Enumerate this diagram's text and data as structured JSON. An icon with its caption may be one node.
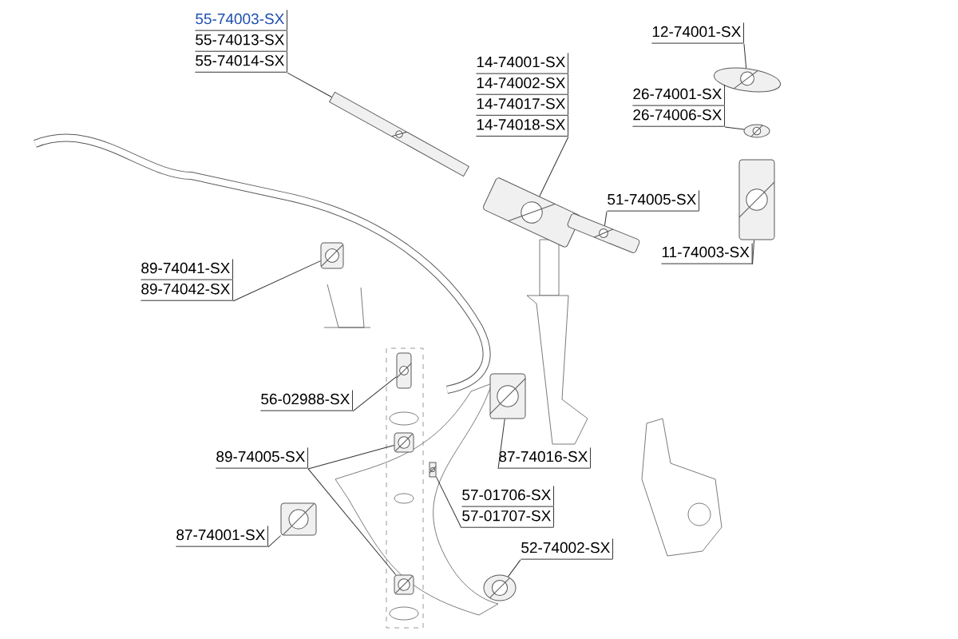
{
  "diagram": {
    "nodes": [
      {
        "text": [
          "55-74003-SX",
          "55-74013-SX",
          "55-74014-SX"
        ]
      },
      {
        "text": [],
        "shape": "picture"
      },
      {
        "text": [
          "14-74001-SX",
          "14-74002-SX",
          "14-74017-SX",
          "14-74018-SX"
        ]
      },
      {
        "text": [],
        "shape": "picture"
      },
      {
        "text": [
          "12-74001-SX"
        ]
      },
      {
        "text": [],
        "shape": "picture"
      },
      {
        "text": [
          "26-74001-SX",
          "26-74006-SX"
        ]
      },
      {
        "text": [],
        "shape": "picture"
      },
      {
        "text": [
          "51-74005-SX"
        ]
      },
      {
        "text": [],
        "shape": "picture"
      },
      {
        "text": [
          "11-74003-SX"
        ]
      },
      {
        "text": [],
        "shape": "picture"
      },
      {
        "text": [
          "89-74041-SX",
          "89-74042-SX"
        ]
      },
      {
        "text": [],
        "shape": "picture"
      },
      {
        "text": [
          "56-02988-SX"
        ]
      },
      {
        "text": [],
        "shape": "picture"
      },
      {
        "text": [
          "89-74005-SX"
        ]
      },
      {
        "text": [],
        "shape": "picture"
      },
      {
        "text": [],
        "shape": "picture"
      },
      {
        "text": [
          "87-74016-SX"
        ]
      },
      {
        "text": [],
        "shape": "picture"
      },
      {
        "text": [
          "57-01706-SX",
          "57-01707-SX"
        ]
      },
      {
        "text": [],
        "shape": "picture"
      },
      {
        "text": [
          "87-74001-SX"
        ]
      },
      {
        "text": [],
        "shape": "picture"
      },
      {
        "text": [
          "52-74002-SX"
        ]
      },
      {
        "text": [],
        "shape": "picture"
      }
    ],
    "edges": [
      {
        "from": 0,
        "to": 1,
        "arrow": "none"
      },
      {
        "from": 2,
        "to": 3,
        "arrow": "none"
      },
      {
        "from": 4,
        "to": 5,
        "arrow": "none"
      },
      {
        "from": 6,
        "to": 7,
        "arrow": "none"
      },
      {
        "from": 8,
        "to": 9,
        "arrow": "none"
      },
      {
        "from": 10,
        "to": 11,
        "arrow": "none"
      },
      {
        "from": 12,
        "to": 13,
        "arrow": "none"
      },
      {
        "from": 14,
        "to": 15,
        "arrow": "none"
      },
      {
        "from": 16,
        "to": 17,
        "arrow": "none"
      },
      {
        "from": 16,
        "to": 18,
        "arrow": "none"
      },
      {
        "from": 19,
        "to": 20,
        "arrow": "none"
      },
      {
        "from": 21,
        "to": 22,
        "arrow": "none"
      },
      {
        "from": 23,
        "to": 24,
        "arrow": "none"
      },
      {
        "from": 25,
        "to": 26,
        "arrow": "none"
      }
    ]
  }
}
